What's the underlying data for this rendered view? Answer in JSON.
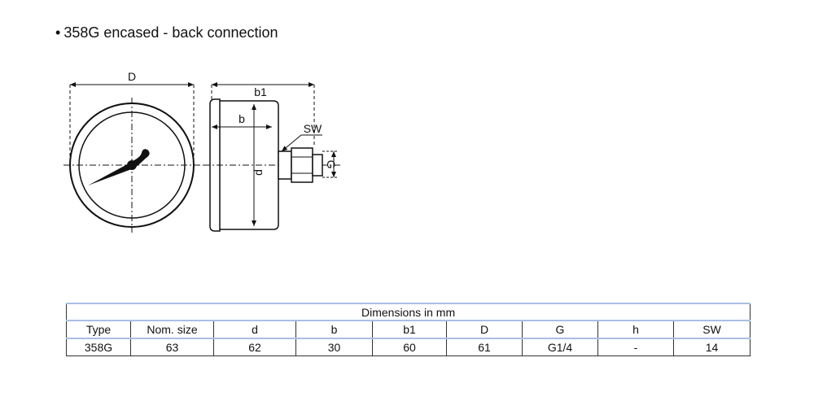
{
  "heading": {
    "bullet": "•",
    "text": "358G encased",
    "suffix": "- back connection"
  },
  "diagram": {
    "labels": {
      "D": "D",
      "b1": "b1",
      "b": "b",
      "SW": "SW",
      "d": "d",
      "G": "G"
    }
  },
  "table": {
    "title": "Dimensions in mm",
    "headers": [
      "Type",
      "Nom. size",
      "d",
      "b",
      "b1",
      "D",
      "G",
      "h",
      "SW"
    ],
    "rows": [
      [
        "358G",
        "63",
        "62",
        "30",
        "60",
        "61",
        "G1/4",
        "-",
        "14"
      ]
    ]
  }
}
